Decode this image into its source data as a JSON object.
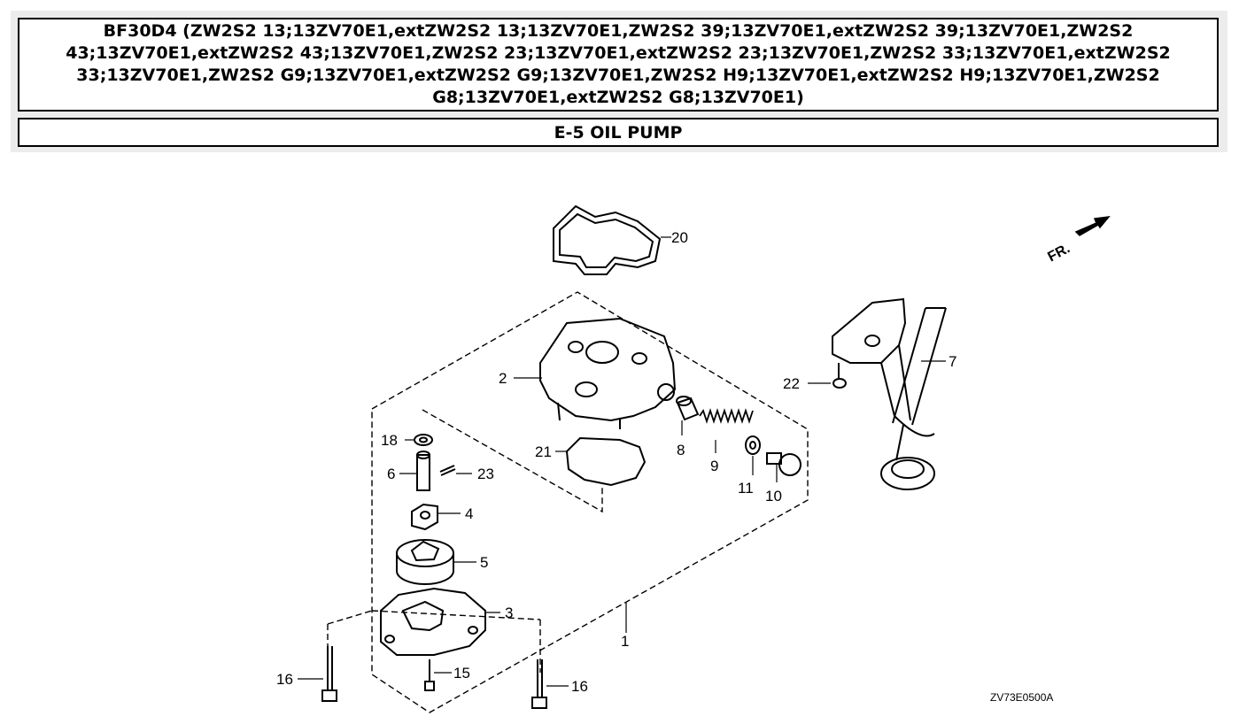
{
  "header": {
    "title": "BF30D4 (ZW2S2 13;13ZV70E1,extZW2S2 13;13ZV70E1,ZW2S2 39;13ZV70E1,extZW2S2 39;13ZV70E1,ZW2S2 43;13ZV70E1,extZW2S2 43;13ZV70E1,ZW2S2 23;13ZV70E1,extZW2S2 23;13ZV70E1,ZW2S2 33;13ZV70E1,extZW2S2 33;13ZV70E1,ZW2S2 G9;13ZV70E1,extZW2S2 G9;13ZV70E1,ZW2S2 H9;13ZV70E1,extZW2S2 H9;13ZV70E1,ZW2S2 G8;13ZV70E1,extZW2S2 G8;13ZV70E1)",
    "section": "E-5 OIL PUMP"
  },
  "diagram": {
    "direction_label": "FR.",
    "drawing_code": "ZV73E0500A",
    "callouts": {
      "c1": "1",
      "c2": "2",
      "c3": "3",
      "c4": "4",
      "c5": "5",
      "c6": "6",
      "c7": "7",
      "c8": "8",
      "c9": "9",
      "c10": "10",
      "c11": "11",
      "c15": "15",
      "c16a": "16",
      "c16b": "16",
      "c18": "18",
      "c20": "20",
      "c21": "21",
      "c22": "22",
      "c23": "23"
    }
  }
}
